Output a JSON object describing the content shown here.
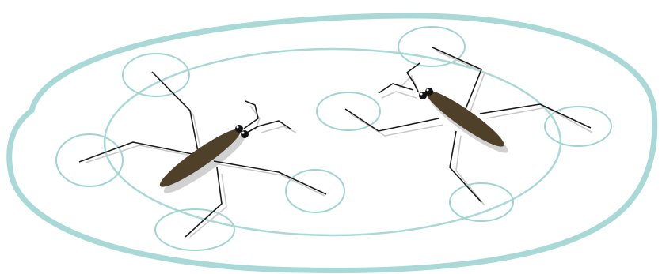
{
  "colors": {
    "pond_outer": "#a9d9d6",
    "pond_inner": "#a9d9d6",
    "ripple": "#9fd4d1",
    "leg": "#1a1a1a",
    "leg_shadow": "#c9c9c9",
    "body": "#4e4029",
    "body_shadow": "#bdbdbd",
    "eye": "#111111",
    "eye_highlight": "#ffffff"
  },
  "subjects": {
    "pond": "pond-ellipse",
    "insects": [
      "water-strider-left",
      "water-strider-right"
    ],
    "ripples_per_insect": 4
  }
}
